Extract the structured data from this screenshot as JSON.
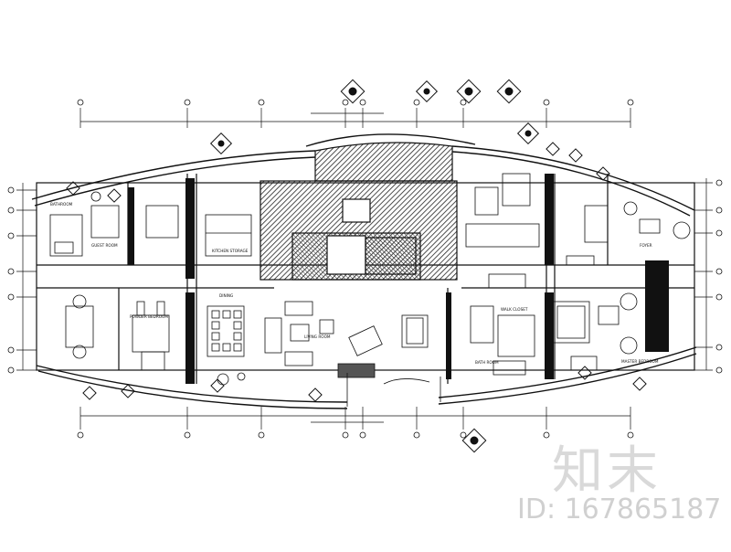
{
  "room_labels": {
    "left_room": "GUEST ROOM",
    "left_bath": "BATHROOM",
    "kitchen_store": "KITCHEN STORAGE",
    "powder": "POWDER BEDROOM",
    "living": "LIVING ROOM",
    "dining": "DINING",
    "master_bedroom": "MASTER BEDROOM",
    "master_bath": "BATH ROOM",
    "walk_closet": "WALK CLOSET",
    "entry": "FOYER"
  },
  "watermark": {
    "logo": "知末",
    "id": "ID: 167865187"
  },
  "colors": {
    "line": "#111111",
    "hatch": "#222222",
    "watermark": "#d0d0d0"
  }
}
